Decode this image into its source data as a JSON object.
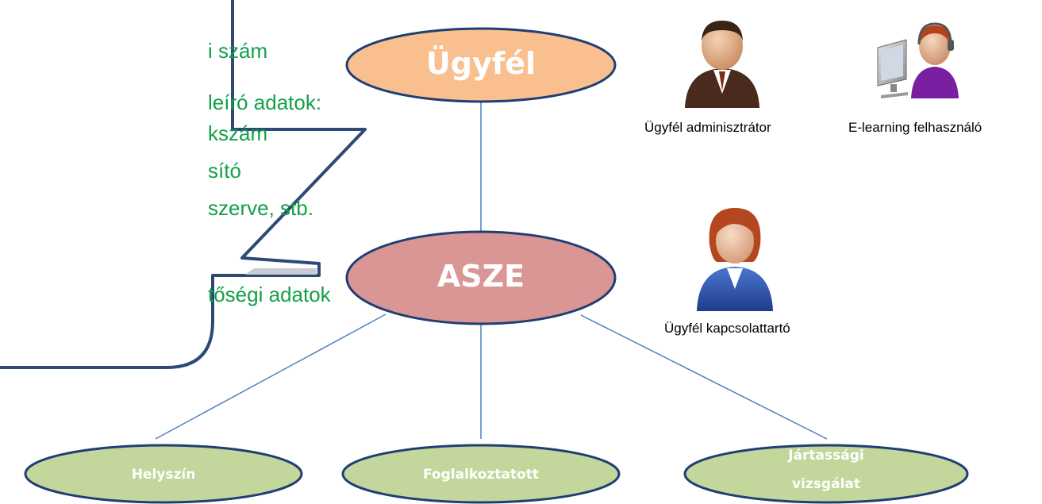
{
  "colors": {
    "callout_text": "#13a049",
    "callout_border": "#2e4a74",
    "connector": "#4f81bd",
    "node_ugyfel_fill": "#f9bf8f",
    "node_asze_fill": "#d99694",
    "node_leaf_fill": "#c3d69b",
    "node_border": "#1f3f74"
  },
  "callout": {
    "lines": [
      "i szám",
      "leíró adatok:",
      "kszám",
      "sító",
      "szerve, stb.",
      "",
      "tőségi adatok"
    ]
  },
  "nodes": {
    "ugyfel": {
      "label": "Ügyfél"
    },
    "asze": {
      "label": "ASZE"
    },
    "helyszin": {
      "label": "Helyszín"
    },
    "foglalkoztatott": {
      "label": "Foglalkoztatott"
    },
    "jartassagi": {
      "label_line1": "Jártassági",
      "label_line2": "vizsgálat"
    }
  },
  "people": {
    "admin": {
      "caption": "Ügyfél adminisztrátor",
      "icon": "man-in-suit-icon"
    },
    "elearning": {
      "caption": "E-learning felhasználó",
      "icon": "headset-computer-user-icon"
    },
    "contact": {
      "caption": "Ügyfél kapcsolattartó",
      "icon": "woman-user-icon"
    }
  }
}
